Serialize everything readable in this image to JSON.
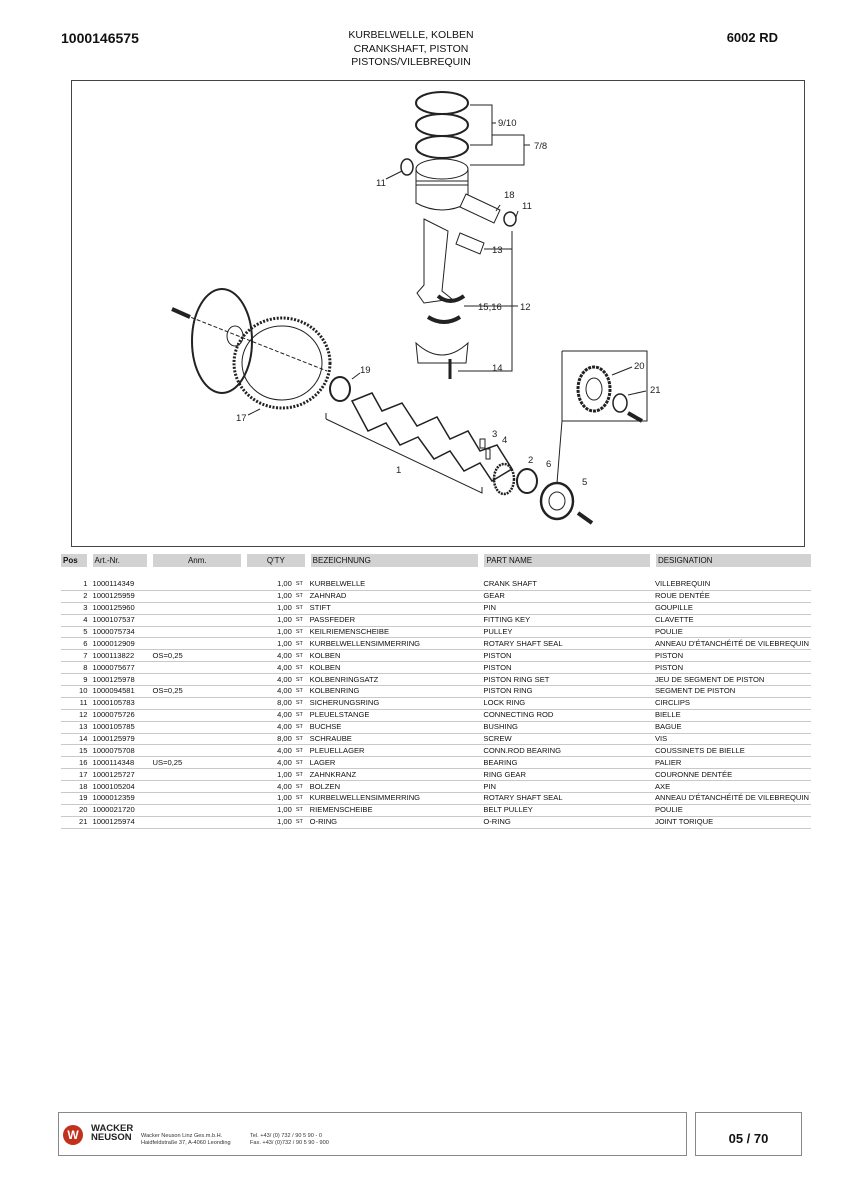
{
  "header": {
    "doc_number": "1000146575",
    "title_de": "KURBELWELLE, KOLBEN",
    "title_en": "CRANKSHAFT, PISTON",
    "title_fr": "PISTONS/VILEBREQUIN",
    "model": "6002 RD"
  },
  "diagram": {
    "callouts": [
      "9/10",
      "7/8",
      "11",
      "18",
      "11",
      "13",
      "15,16",
      "12",
      "14",
      "19",
      "17",
      "3",
      "4",
      "2",
      "6",
      "5",
      "1",
      "20",
      "21"
    ]
  },
  "table": {
    "headers": {
      "pos": "Pos",
      "art": "Art.-Nr.",
      "anm": "Anm.",
      "qty": "Q'TY",
      "de": "BEZEICHNUNG",
      "en": "PART NAME",
      "fr": "DESIGNATION"
    },
    "rows": [
      {
        "pos": "1",
        "art": "1000114349",
        "anm": "",
        "qty": "1,00",
        "unit": "ST",
        "de": "KURBELWELLE",
        "en": "CRANK SHAFT",
        "fr": "VILLEBREQUIN"
      },
      {
        "pos": "2",
        "art": "1000125959",
        "anm": "",
        "qty": "1,00",
        "unit": "ST",
        "de": "ZAHNRAD",
        "en": "GEAR",
        "fr": "ROUE DENTÉE"
      },
      {
        "pos": "3",
        "art": "1000125960",
        "anm": "",
        "qty": "1,00",
        "unit": "ST",
        "de": "STIFT",
        "en": "PIN",
        "fr": "GOUPILLE"
      },
      {
        "pos": "4",
        "art": "1000107537",
        "anm": "",
        "qty": "1,00",
        "unit": "ST",
        "de": "PASSFEDER",
        "en": "FITTING KEY",
        "fr": "CLAVETTE"
      },
      {
        "pos": "5",
        "art": "1000075734",
        "anm": "",
        "qty": "1,00",
        "unit": "ST",
        "de": "KEILRIEMENSCHEIBE",
        "en": "PULLEY",
        "fr": "POULIE"
      },
      {
        "pos": "6",
        "art": "1000012909",
        "anm": "",
        "qty": "1,00",
        "unit": "ST",
        "de": "KURBELWELLENSIMMERRING",
        "en": "ROTARY SHAFT SEAL",
        "fr": "ANNEAU D'ÉTANCHÉITÉ DE VILEBREQUIN"
      },
      {
        "pos": "7",
        "art": "1000113822",
        "anm": "OS=0,25",
        "qty": "4,00",
        "unit": "ST",
        "de": "KOLBEN",
        "en": "PISTON",
        "fr": "PISTON"
      },
      {
        "pos": "8",
        "art": "1000075677",
        "anm": "",
        "qty": "4,00",
        "unit": "ST",
        "de": "KOLBEN",
        "en": "PISTON",
        "fr": "PISTON"
      },
      {
        "pos": "9",
        "art": "1000125978",
        "anm": "",
        "qty": "4,00",
        "unit": "ST",
        "de": "KOLBENRINGSATZ",
        "en": "PISTON RING SET",
        "fr": "JEU DE SEGMENT DE PISTON"
      },
      {
        "pos": "10",
        "art": "1000094581",
        "anm": "OS=0,25",
        "qty": "4,00",
        "unit": "ST",
        "de": "KOLBENRING",
        "en": "PISTON RING",
        "fr": "SEGMENT DE PISTON"
      },
      {
        "pos": "11",
        "art": "1000105783",
        "anm": "",
        "qty": "8,00",
        "unit": "ST",
        "de": "SICHERUNGSRING",
        "en": "LOCK RING",
        "fr": "CIRCLIPS"
      },
      {
        "pos": "12",
        "art": "1000075726",
        "anm": "",
        "qty": "4,00",
        "unit": "ST",
        "de": "PLEUELSTANGE",
        "en": "CONNECTING ROD",
        "fr": "BIELLE"
      },
      {
        "pos": "13",
        "art": "1000105785",
        "anm": "",
        "qty": "4,00",
        "unit": "ST",
        "de": "BUCHSE",
        "en": "BUSHING",
        "fr": "BAGUE"
      },
      {
        "pos": "14",
        "art": "1000125979",
        "anm": "",
        "qty": "8,00",
        "unit": "ST",
        "de": "SCHRAUBE",
        "en": "SCREW",
        "fr": "VIS"
      },
      {
        "pos": "15",
        "art": "1000075708",
        "anm": "",
        "qty": "4,00",
        "unit": "ST",
        "de": "PLEUELLAGER",
        "en": "CONN.ROD BEARING",
        "fr": "COUSSINETS DE BIELLE"
      },
      {
        "pos": "16",
        "art": "1000114348",
        "anm": "US=0,25",
        "qty": "4,00",
        "unit": "ST",
        "de": "LAGER",
        "en": "BEARING",
        "fr": "PALIER"
      },
      {
        "pos": "17",
        "art": "1000125727",
        "anm": "",
        "qty": "1,00",
        "unit": "ST",
        "de": "ZAHNKRANZ",
        "en": "RING GEAR",
        "fr": "COURONNE DENTÉE"
      },
      {
        "pos": "18",
        "art": "1000105204",
        "anm": "",
        "qty": "4,00",
        "unit": "ST",
        "de": "BOLZEN",
        "en": "PIN",
        "fr": "AXE"
      },
      {
        "pos": "19",
        "art": "1000012359",
        "anm": "",
        "qty": "1,00",
        "unit": "ST",
        "de": "KURBELWELLENSIMMERRING",
        "en": "ROTARY SHAFT SEAL",
        "fr": "ANNEAU D'ÉTANCHÉITÉ DE VILEBREQUIN"
      },
      {
        "pos": "20",
        "art": "1000021720",
        "anm": "",
        "qty": "1,00",
        "unit": "ST",
        "de": "RIEMENSCHEIBE",
        "en": "BELT PULLEY",
        "fr": "POULIE"
      },
      {
        "pos": "21",
        "art": "1000125974",
        "anm": "",
        "qty": "1,00",
        "unit": "ST",
        "de": "O-RING",
        "en": "O-RING",
        "fr": "JOINT TORIQUE"
      }
    ]
  },
  "footer": {
    "brand_line1": "WACKER",
    "brand_line2": "NEUSON",
    "company": "Wacker Neuson Linz Ges.m.b.H.",
    "address": "Haidfeldstraße 37, A-4060 Leonding",
    "tel": "Tel. +43/ (0) 732 / 90 5 90 - 0",
    "fax": "Fax. +43/ (0)732 / 90 5 90 - 900",
    "page": "05 / 70"
  }
}
